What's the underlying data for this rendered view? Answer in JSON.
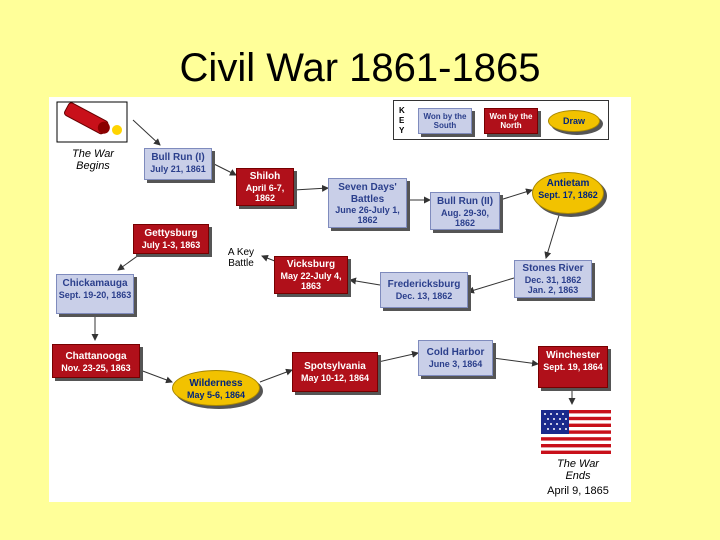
{
  "title": "Civil War 1861-1865",
  "key": {
    "letters": [
      "K",
      "E",
      "Y"
    ],
    "south": "Won by the South",
    "north": "Won by the North",
    "draw": "Draw"
  },
  "start": {
    "label": "The War Begins"
  },
  "key_battle": "A Key Battle",
  "end": {
    "label": "The War Ends",
    "date": "April 9, 1865"
  },
  "battles": [
    {
      "name": "Bull Run (I)",
      "date": "July 21, 1861"
    },
    {
      "name": "Shiloh",
      "date": "April 6-7, 1862"
    },
    {
      "name": "Seven Days' Battles",
      "date": "June 26-July 1, 1862"
    },
    {
      "name": "Bull Run (II)",
      "date": "Aug. 29-30, 1862"
    },
    {
      "name": "Antietam",
      "date": "Sept. 17, 1862"
    },
    {
      "name": "Gettysburg",
      "date": "July 1-3, 1863"
    },
    {
      "name": "Vicksburg",
      "date": "May 22-July 4, 1863"
    },
    {
      "name": "Fredericksburg",
      "date": "Dec. 13, 1862"
    },
    {
      "name": "Stones River",
      "date": "Dec. 31, 1862 Jan. 2, 1863"
    },
    {
      "name": "Chickamauga",
      "date": "Sept. 19-20, 1863"
    },
    {
      "name": "Chattanooga",
      "date": "Nov. 23-25, 1863"
    },
    {
      "name": "Wilderness",
      "date": "May 5-6, 1864"
    },
    {
      "name": "Spotsylvania",
      "date": "May 10-12, 1864"
    },
    {
      "name": "Cold Harbor",
      "date": "June 3, 1864"
    },
    {
      "name": "Winchester",
      "date": "Sept. 19, 1864"
    }
  ],
  "colors": {
    "south": "#c9cfe8",
    "north": "#b0101a",
    "draw": "#f2c200",
    "background": "#ffff99"
  }
}
